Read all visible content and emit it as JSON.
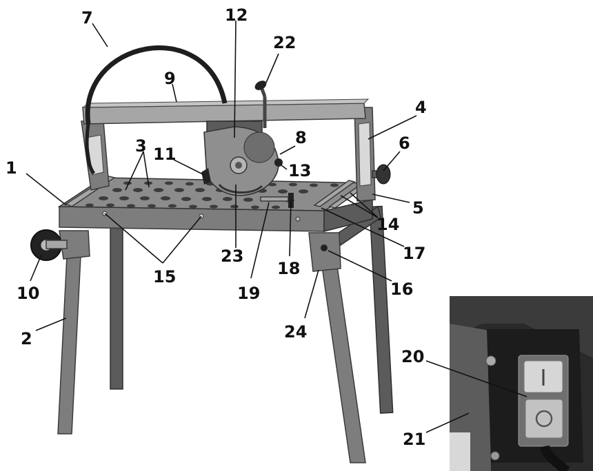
{
  "callouts": [
    {
      "id": "c1",
      "text": "1"
    },
    {
      "id": "c2",
      "text": "2"
    },
    {
      "id": "c3",
      "text": "3"
    },
    {
      "id": "c4",
      "text": "4"
    },
    {
      "id": "c5",
      "text": "5"
    },
    {
      "id": "c6",
      "text": "6"
    },
    {
      "id": "c7",
      "text": "7"
    },
    {
      "id": "c8",
      "text": "8"
    },
    {
      "id": "c9",
      "text": "9"
    },
    {
      "id": "c10",
      "text": "10"
    },
    {
      "id": "c11",
      "text": "11"
    },
    {
      "id": "c12",
      "text": "12"
    },
    {
      "id": "c13",
      "text": "13"
    },
    {
      "id": "c14",
      "text": "14"
    },
    {
      "id": "c15",
      "text": "15"
    },
    {
      "id": "c16",
      "text": "16"
    },
    {
      "id": "c17",
      "text": "17"
    },
    {
      "id": "c18",
      "text": "18"
    },
    {
      "id": "c19",
      "text": "19"
    },
    {
      "id": "c20",
      "text": "20"
    },
    {
      "id": "c21",
      "text": "21"
    },
    {
      "id": "c22",
      "text": "22"
    },
    {
      "id": "c23",
      "text": "23"
    },
    {
      "id": "c24",
      "text": "24"
    }
  ]
}
